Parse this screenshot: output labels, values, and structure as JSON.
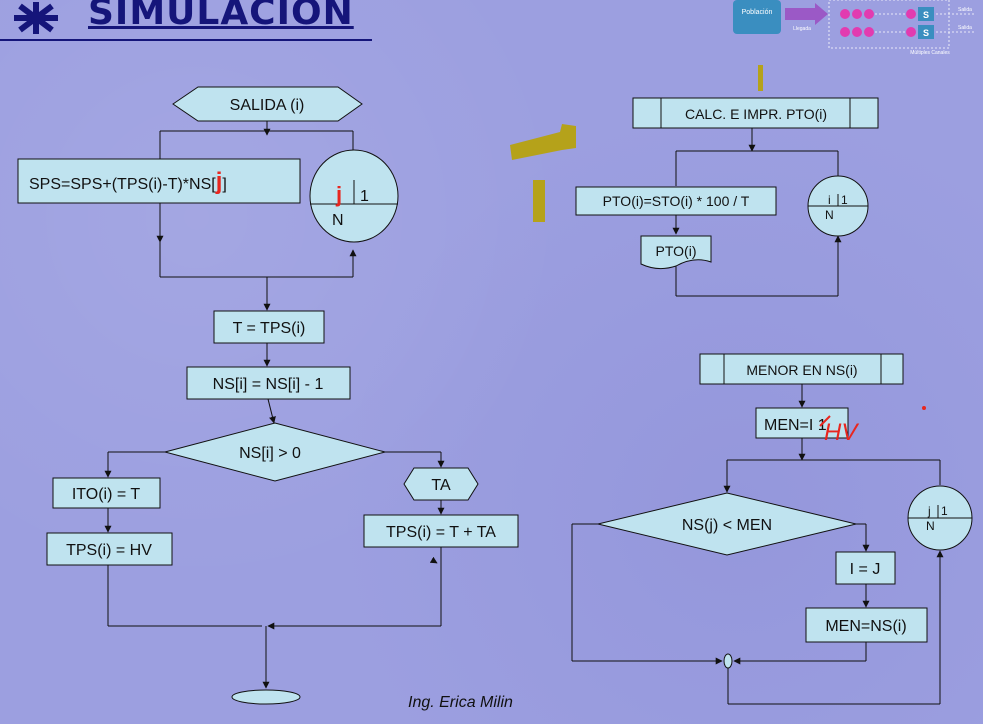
{
  "header": {
    "title": "SIMULACION",
    "logo_icon": "utn-logo-icon",
    "thumbnail": {
      "population": "Población",
      "arrival": "Llegada",
      "server": "S",
      "exit": "Salida",
      "caption": "Múltiples Canales"
    }
  },
  "footer": {
    "author": "Ing. Erica Milin"
  },
  "diagram_left": {
    "salida": "SALIDA (i)",
    "sps_prefix": "SPS=SPS+(TPS(i)-T)*NS[",
    "sps_index": "j",
    "sps_suffix": "]",
    "loop_var": "j",
    "loop_start": "1",
    "loop_end": "N",
    "t_assign": "T = TPS(i)",
    "ns_dec": "NS[i] = NS[i] - 1",
    "decision": "NS[i] > 0",
    "ito": "ITO(i) = T",
    "tps_hv": "TPS(i) = HV",
    "ta": "TA",
    "tps_ta": "TPS(i) = T + TA"
  },
  "diagram_right_top": {
    "title": "CALC. E IMPR. PTO(i)",
    "calc": "PTO(i)=STO(i) * 100 / T",
    "print": "PTO(i)",
    "loop_var": "i",
    "loop_start": "1",
    "loop_end": "N"
  },
  "diagram_right_bottom": {
    "title": "MENOR EN NS(i)",
    "men_init": "MEN=I 1",
    "men_annotation": "HV",
    "decision": "NS(j) < MEN",
    "assign_i": "I = J",
    "assign_men": "MEN=NS(i)",
    "loop_var": "j",
    "loop_start": "1",
    "loop_end": "N"
  },
  "colors": {
    "background": "#9c9fe0",
    "box_fill": "#bfe3ef",
    "line": "#111111",
    "title": "#15157a",
    "accent_red": "#e8261f",
    "highlight_marker": "#b5a21a"
  }
}
